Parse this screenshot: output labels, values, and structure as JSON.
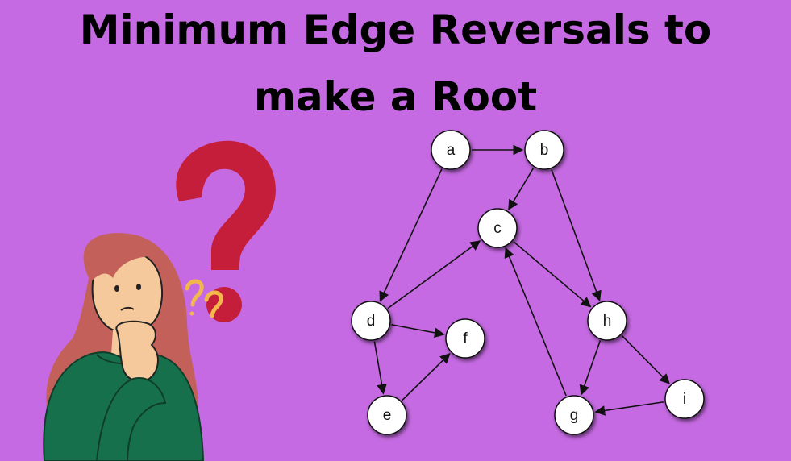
{
  "title": {
    "line1": "Minimum Edge Reversals to",
    "line2": "make a Root"
  },
  "colors": {
    "background": "#c56ae2",
    "question_mark": "#c41e3a",
    "small_question": "#f2b84b",
    "sweater": "#17704c",
    "hair": "#c4605a",
    "skin": "#f5c99b"
  },
  "graph": {
    "nodes": [
      {
        "id": "a",
        "label": "a"
      },
      {
        "id": "b",
        "label": "b"
      },
      {
        "id": "c",
        "label": "c"
      },
      {
        "id": "d",
        "label": "d"
      },
      {
        "id": "f",
        "label": "f"
      },
      {
        "id": "e",
        "label": "e"
      },
      {
        "id": "h",
        "label": "h"
      },
      {
        "id": "i",
        "label": "i"
      },
      {
        "id": "g",
        "label": "g"
      }
    ],
    "edges": [
      {
        "from": "a",
        "to": "b"
      },
      {
        "from": "a",
        "to": "d"
      },
      {
        "from": "b",
        "to": "c"
      },
      {
        "from": "b",
        "to": "h"
      },
      {
        "from": "d",
        "to": "c"
      },
      {
        "from": "c",
        "to": "h"
      },
      {
        "from": "d",
        "to": "f"
      },
      {
        "from": "d",
        "to": "e"
      },
      {
        "from": "e",
        "to": "f"
      },
      {
        "from": "g",
        "to": "c"
      },
      {
        "from": "h",
        "to": "g"
      },
      {
        "from": "h",
        "to": "i"
      },
      {
        "from": "i",
        "to": "g"
      }
    ]
  }
}
